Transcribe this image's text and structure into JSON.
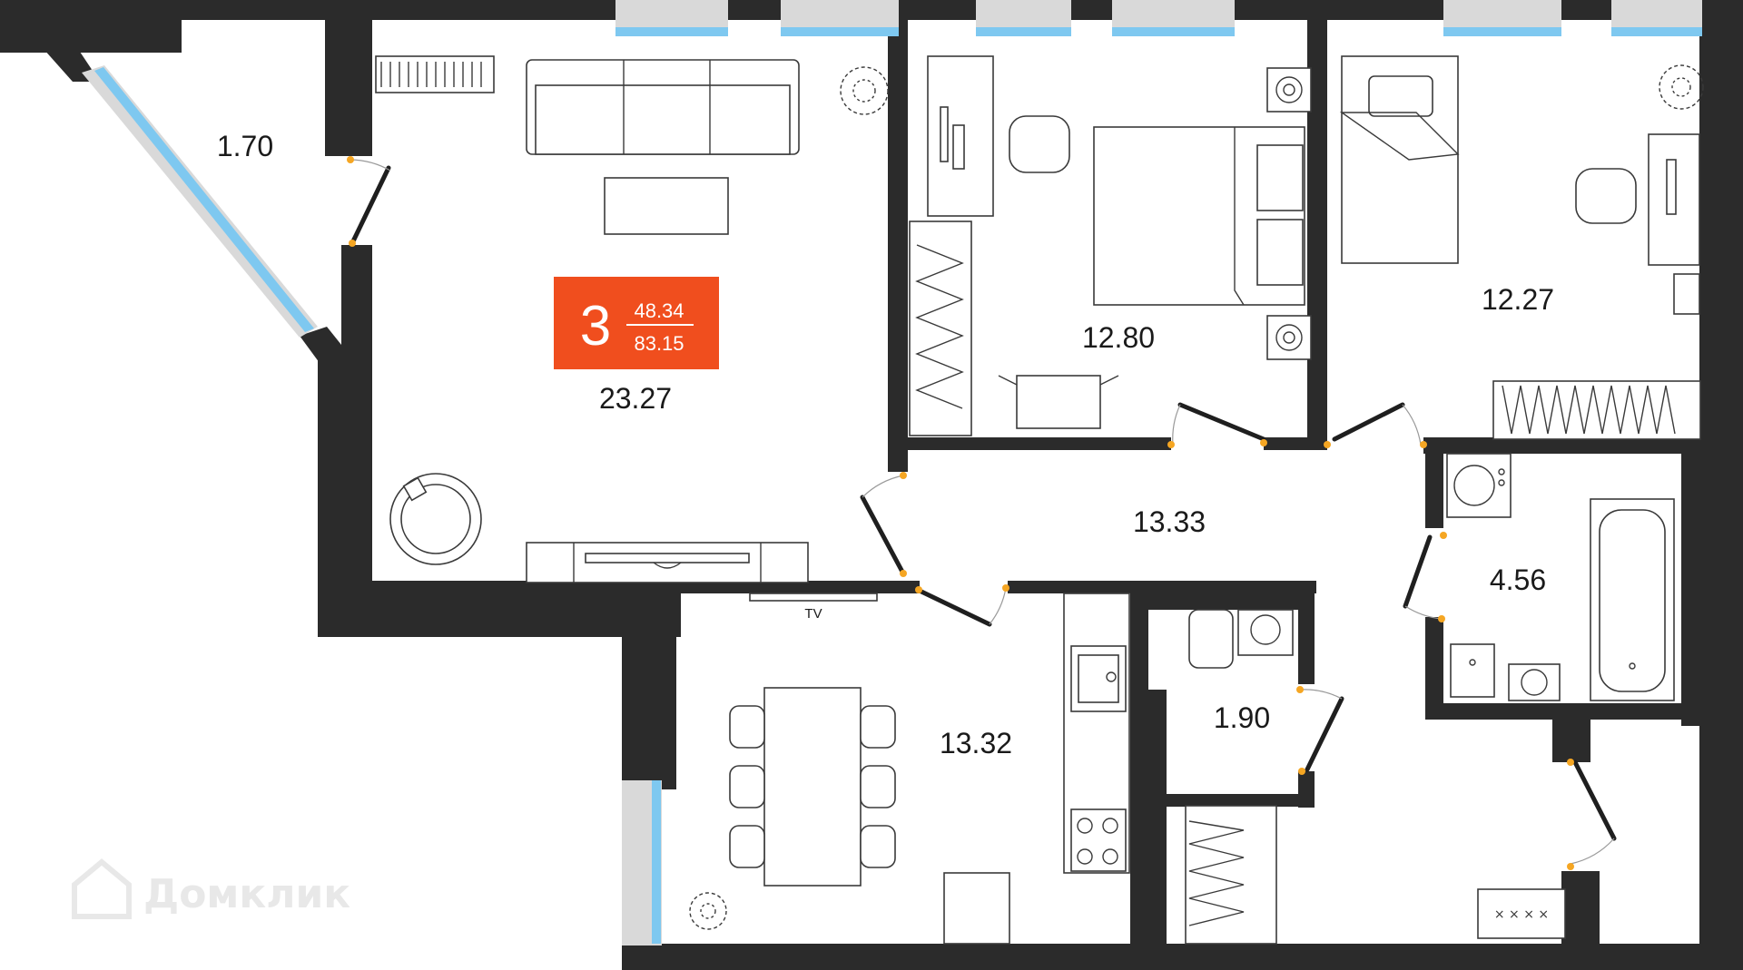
{
  "badge": {
    "rooms": "3",
    "living_area": "48.34",
    "total_area": "83.15",
    "color": "#f04e1e"
  },
  "rooms": [
    {
      "id": "loggia",
      "area": "1.70"
    },
    {
      "id": "living-room",
      "area": "23.27"
    },
    {
      "id": "bedroom-1",
      "area": "12.80"
    },
    {
      "id": "bedroom-2",
      "area": "12.27"
    },
    {
      "id": "hallway",
      "area": "13.33"
    },
    {
      "id": "bathroom",
      "area": "4.56"
    },
    {
      "id": "kitchen",
      "area": "13.32"
    },
    {
      "id": "toilet",
      "area": "1.90"
    }
  ],
  "labels": {
    "tv": "TV"
  },
  "watermark": {
    "text": "Домклик"
  },
  "colors": {
    "wall": "#2b2b2b",
    "glass": "#7ec8f0",
    "door_hinge": "#f5a623"
  }
}
